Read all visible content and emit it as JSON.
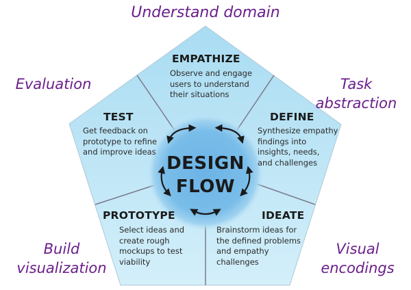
{
  "diagram": {
    "type": "pentagon-cycle",
    "center": {
      "line1": "DESIGN",
      "line2": "FLOW"
    },
    "stages": [
      {
        "id": "empathize",
        "title": "EMPATHIZE",
        "desc": [
          "Observe and engage",
          "users to understand",
          "their situations"
        ]
      },
      {
        "id": "define",
        "title": "DEFINE",
        "desc": [
          "Synthesize empathy",
          "findings into",
          "insights, needs,",
          "and challenges"
        ]
      },
      {
        "id": "ideate",
        "title": "IDEATE",
        "desc": [
          "Brainstorm ideas for",
          "the defined problems",
          "and empathy",
          "challenges"
        ]
      },
      {
        "id": "prototype",
        "title": "PROTOTYPE",
        "desc": [
          "Select ideas and",
          "create rough",
          "mockups to test",
          "viability"
        ]
      },
      {
        "id": "test",
        "title": "TEST",
        "desc": [
          "Get feedback on",
          "prototype to refine",
          "and improve ideas"
        ]
      }
    ],
    "outer_labels": {
      "top": "Understand domain",
      "top_right": "Task abstraction",
      "bottom_right": [
        "Visual",
        "encodings"
      ],
      "bottom_left": [
        "Build",
        "visualization"
      ],
      "top_left": "Evaluation"
    },
    "colors": {
      "pentagon_fill": "#c9ebf7",
      "divider": "#7a7a8a",
      "circle_center": "#5aa9e0",
      "circle_edge": "#b8e2f5",
      "label_purple": "#6a1e8a",
      "arrow": "#1a1a1a"
    }
  }
}
